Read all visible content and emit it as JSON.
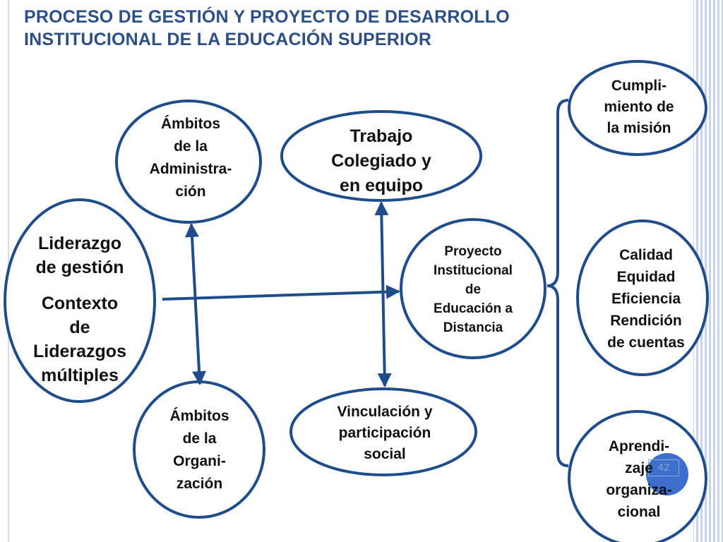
{
  "title": {
    "line1": "PROCESO DE GESTIÓN Y PROYECTO DE DESARROLLO",
    "line2": "INSTITUCIONAL DE LA EDUCACIÓN SUPERIOR"
  },
  "nodes": {
    "liderazgo": [
      "Liderazgo",
      "de gestión"
    ],
    "contexto": [
      "Contexto",
      "de",
      "Liderazgos",
      "múltiples"
    ],
    "ambitos_administracion": [
      "Ámbitos",
      "de la",
      "Administra-",
      "ción"
    ],
    "trabajo_colegiado": [
      "Trabajo",
      "Colegiado y",
      "en equipo"
    ],
    "proyecto_institucional": [
      "Proyecto",
      "Institucional",
      "de",
      "Educación a",
      "Distancia"
    ],
    "ambitos_organizacion": [
      "Ámbitos",
      "de la",
      "Organi-",
      "zación"
    ],
    "vinculacion": [
      "Vinculación y",
      "participación",
      "social"
    ],
    "cumplimiento": [
      "Cumpli-",
      "miento de",
      "la misión"
    ],
    "calidad": [
      "Calidad",
      "Equidad",
      "Eficiencia",
      "Rendición",
      "de cuentas"
    ],
    "aprendizaje": [
      "Aprendi-",
      "zaje",
      "organiza-",
      "cional"
    ]
  },
  "page_number": "42",
  "colors": {
    "title": "#2d4f86",
    "outline": "#1f4d8c",
    "badge": "#3d6fcc"
  }
}
